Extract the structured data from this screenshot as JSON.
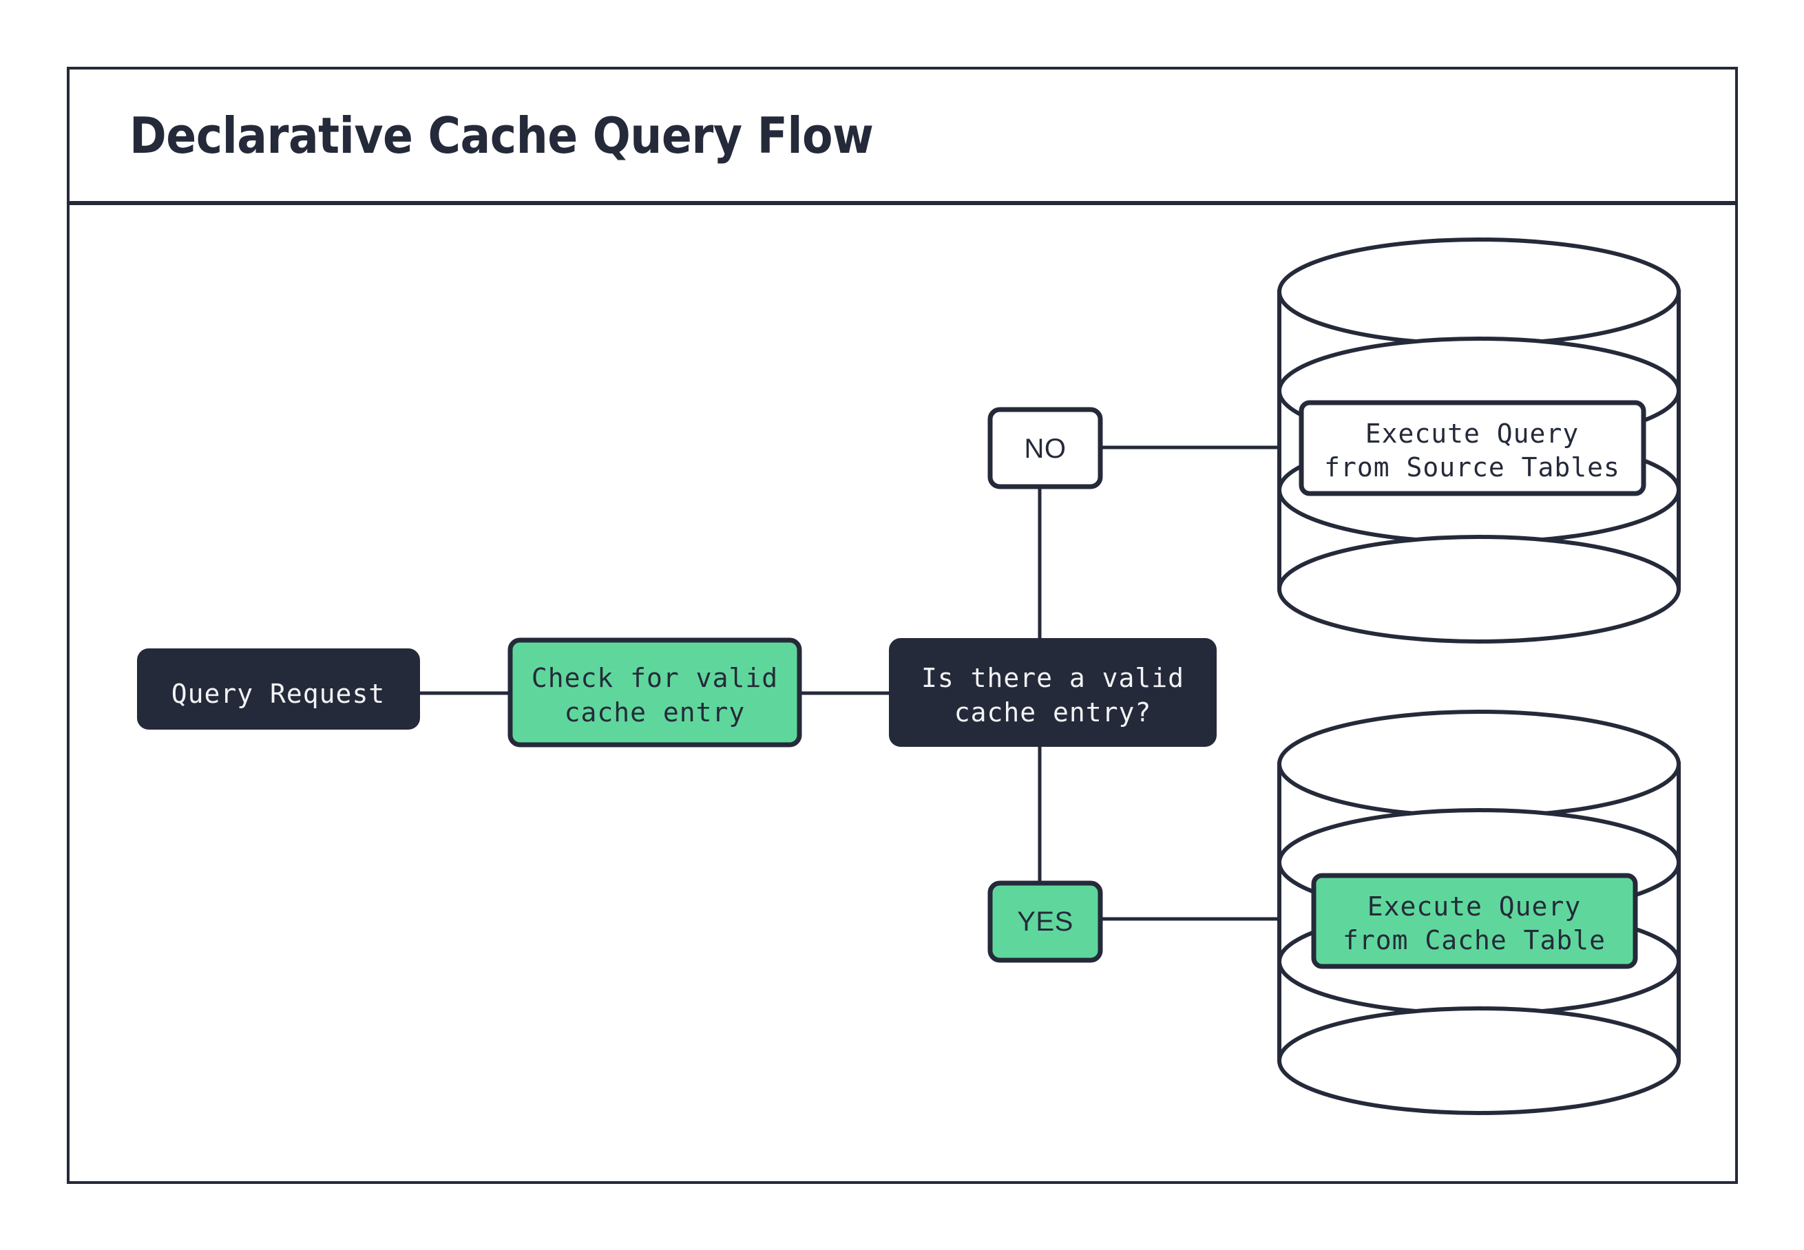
{
  "frame": {
    "border_color": "#252a3a",
    "background": "#ffffff"
  },
  "header": {
    "title": "Declarative Cache Query Flow"
  },
  "palette": {
    "dark": "#252a3a",
    "green": "#5fd79c",
    "white": "#ffffff",
    "text_light": "#f2f3f5",
    "text_dark": "#252a3a"
  },
  "flow": {
    "start_node": {
      "label": "Query Request",
      "style": "dark"
    },
    "process_node": {
      "label_line1": "Check for valid",
      "label_line2": "cache entry",
      "style": "green"
    },
    "decision_node": {
      "label_line1": "Is there a valid",
      "label_line2": "cache entry?",
      "style": "dark"
    },
    "branches": [
      {
        "label": "NO",
        "style": "white",
        "target": {
          "icon": "database-cylinder",
          "label_line1": "Execute Query",
          "label_line2": "from Source Tables",
          "style": "white"
        }
      },
      {
        "label": "YES",
        "style": "green",
        "target": {
          "icon": "database-cylinder",
          "label_line1": "Execute Query",
          "label_line2": "from Cache Table",
          "style": "green"
        }
      }
    ]
  }
}
